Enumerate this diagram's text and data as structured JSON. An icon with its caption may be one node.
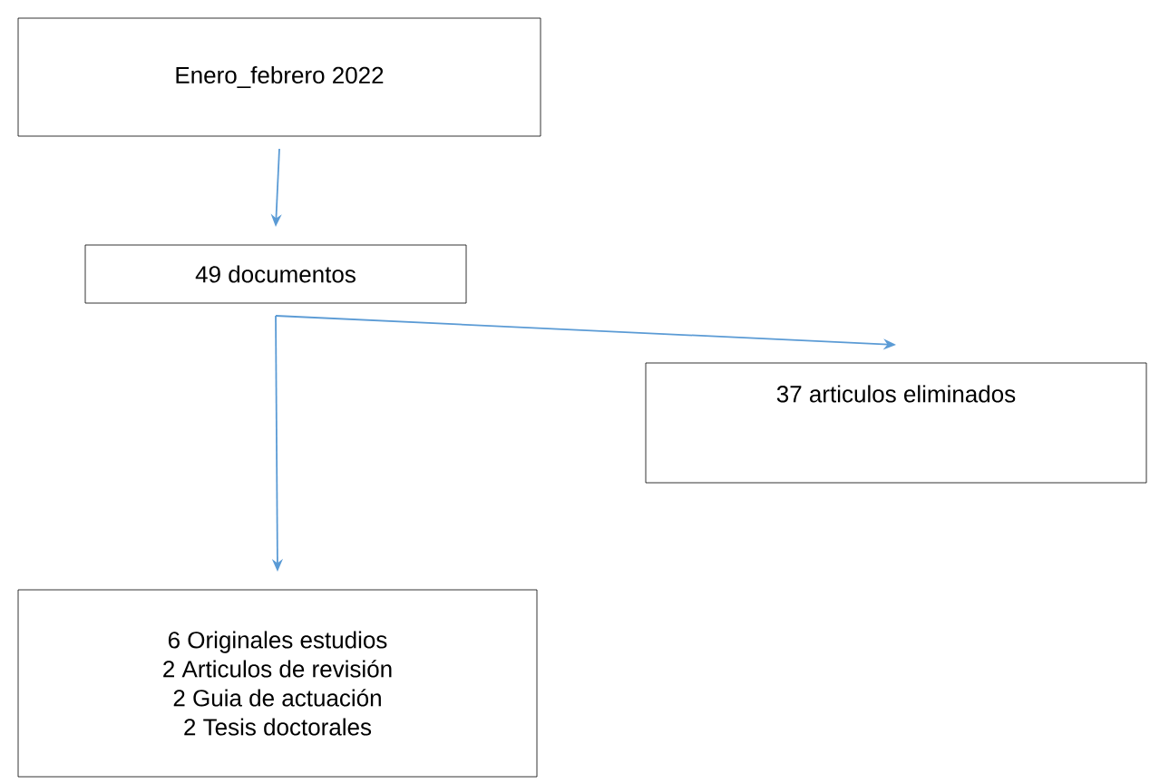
{
  "diagram": {
    "nodes": [
      {
        "text": [
          "Enero_febrero 2022"
        ]
      },
      {
        "text": [
          "49 documentos"
        ]
      },
      {
        "text": [
          "37 articulos eliminados"
        ]
      },
      {
        "text": [
          "6 Originales estudios",
          "2 Articulos de revisión",
          "2 Guia de actuación",
          "2 Tesis doctorales"
        ]
      }
    ],
    "edges": [
      {
        "from": 0,
        "to": 1,
        "arrow": "to"
      },
      {
        "from": 1,
        "to": 3,
        "arrow": "to"
      },
      {
        "from": 1,
        "to": 2,
        "arrow": "to"
      }
    ]
  }
}
